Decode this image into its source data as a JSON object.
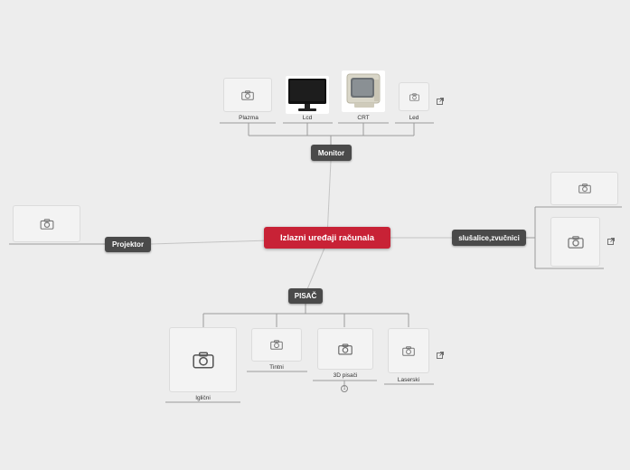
{
  "central": {
    "label": "Izlazni uređaji računala"
  },
  "monitor": {
    "label": "Monitor",
    "children": [
      {
        "label": "Plazma",
        "icon": "camera-icon"
      },
      {
        "label": "Lcd",
        "icon": "lcd-monitor-image"
      },
      {
        "label": "CRT",
        "icon": "crt-monitor-image"
      },
      {
        "label": "Led",
        "icon": "camera-icon"
      }
    ]
  },
  "projektor": {
    "label": "Projektor"
  },
  "slusalice": {
    "label": "slušalice,zvučnici"
  },
  "pisac": {
    "label": "PISAČ",
    "children": [
      {
        "label": "Iglični"
      },
      {
        "label": "Tintni"
      },
      {
        "label": "3D pisači",
        "badge": "1"
      },
      {
        "label": "Laserski"
      }
    ]
  },
  "colors": {
    "central": "#c82236",
    "node": "#4a4a4a",
    "background": "#ededed"
  }
}
